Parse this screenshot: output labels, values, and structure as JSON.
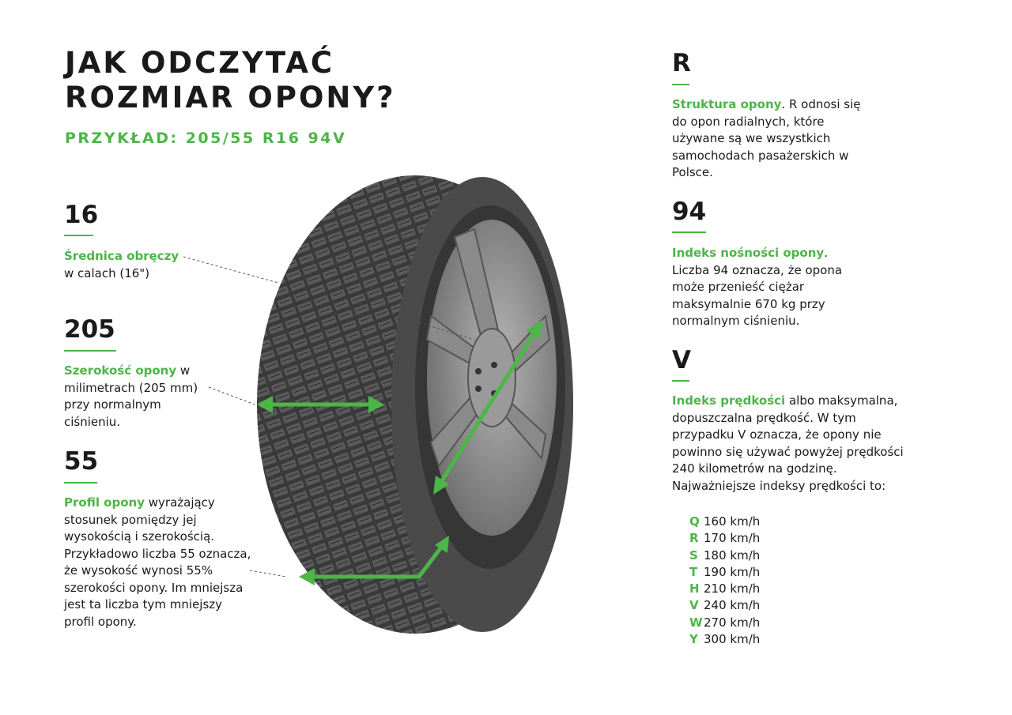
{
  "title_line1": "JAK ODCZYTAĆ",
  "title_line2": "ROZMIAR OPONY?",
  "subtitle": "PRZYKŁAD: 205/55 R16 94V",
  "accent_color": "#4cb648",
  "left": [
    {
      "number": "16",
      "highlight": "Średnica obręczy",
      "text_line1": "w calach (16\")",
      "rest": ""
    },
    {
      "number": "205",
      "highlight": "Szerokość opony",
      "rest": " w milimetrach (205 mm) przy normalnym ciśnieniu."
    },
    {
      "number": "55",
      "highlight": "Profil opony",
      "rest": " wyrażający stosunek pomiędzy jej wysokością i szerokością. Przykładowo liczba 55 oznacza, że wysokość wynosi 55% szerokości opony. Im mniejsza jest ta liczba tym mniejszy profil opony."
    }
  ],
  "right": [
    {
      "number": "R",
      "highlight": "Struktura opony",
      "rest": ". R odnosi się do opon radialnych, które używane są we wszystkich samochodach pasażerskich w Polsce."
    },
    {
      "number": "94",
      "highlight": "Indeks nośności opony",
      "rest": ". Liczba 94 oznacza, że opona może przenieść ciężar maksymalnie 670 kg przy normalnym ciśnieniu."
    },
    {
      "number": "V",
      "highlight": "Indeks prędkości",
      "rest": " albo maksymalna, dopuszczalna prędkość. W tym przypadku V oznacza, że opony nie powinno się używać powyżej prędkości 240 kilometrów na godzinę. Najważniejsze indeksy prędkości to:"
    }
  ],
  "speed_indexes": [
    {
      "letter": "Q",
      "speed": "160 km/h"
    },
    {
      "letter": "R",
      "speed": "170 km/h"
    },
    {
      "letter": "S",
      "speed": "180 km/h"
    },
    {
      "letter": "T",
      "speed": "190 km/h"
    },
    {
      "letter": "H",
      "speed": "210 km/h"
    },
    {
      "letter": "V",
      "speed": "240 km/h"
    },
    {
      "letter": "W",
      "speed": "270 km/h"
    },
    {
      "letter": "Y",
      "speed": "300 km/h"
    }
  ]
}
